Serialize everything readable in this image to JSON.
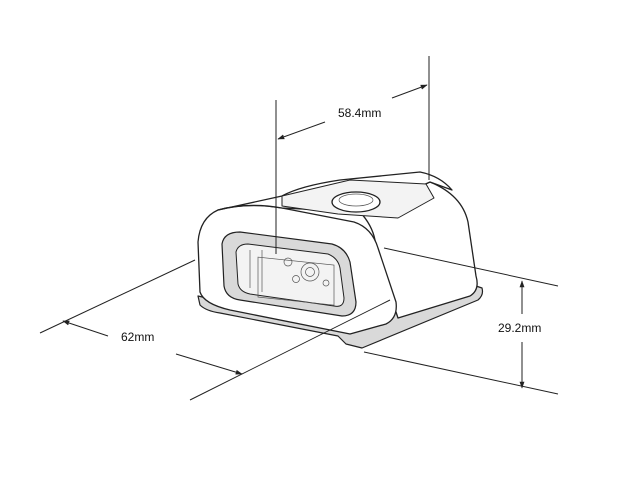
{
  "drawing": {
    "subject": "",
    "dimensions": {
      "width": "58.4mm",
      "depth": "62mm",
      "height": "29.2mm"
    }
  }
}
